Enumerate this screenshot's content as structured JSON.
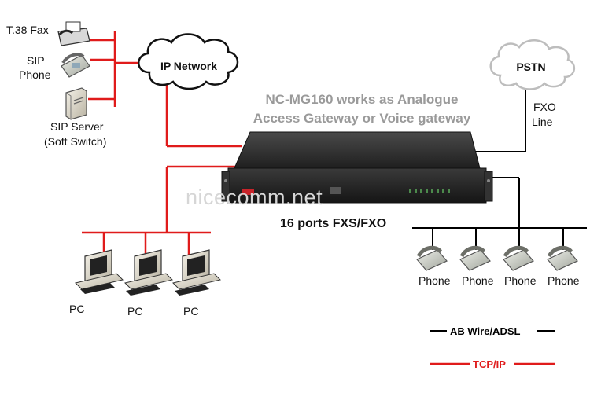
{
  "diagram": {
    "title_line1": "NC-MG160 works as Analogue",
    "title_line2": "Access Gateway or Voice gateway",
    "watermark": "nicecomm.net",
    "device_label": "16 ports FXS/FXO",
    "ip_network": "IP Network",
    "pstn": "PSTN",
    "fxo_line1": "FXO",
    "fxo_line2": "Line",
    "fax": "T.38 Fax",
    "sip_phone_line1": "SIP",
    "sip_phone_line2": "Phone",
    "sip_server_line1": "SIP Server",
    "sip_server_line2": "(Soft Switch)",
    "pcs": [
      "PC",
      "PC",
      "PC"
    ],
    "phones": [
      "Phone",
      "Phone",
      "Phone",
      "Phone"
    ],
    "legend": {
      "ab_wire": "AB Wire/ADSL",
      "tcp_ip": "TCP/IP"
    },
    "colors": {
      "tcp_ip": "#e01b1b",
      "ab_wire": "#000000",
      "device": "#2c2c2c",
      "cloud": "#ffffff"
    }
  }
}
